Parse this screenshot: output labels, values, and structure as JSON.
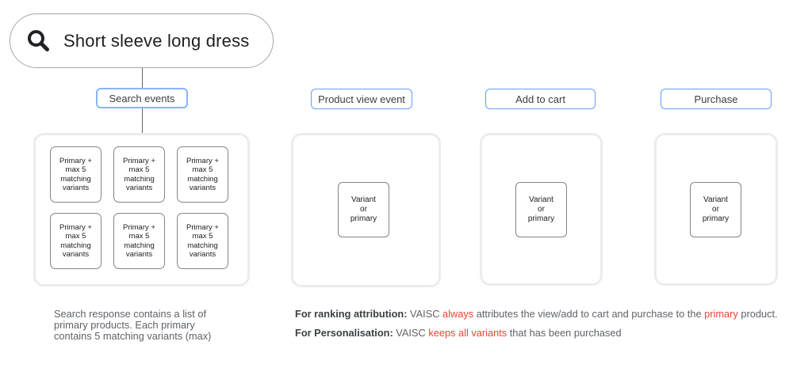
{
  "colors": {
    "chip_border_search": "#8ab4f8",
    "chip_border_other": "#669df6",
    "panel_border": "#ececee",
    "inner_box_border": "#80868b",
    "text_dark": "#202124",
    "text_gray": "#5f6368",
    "text_bold": "#3c4043",
    "text_red": "#ea4335",
    "connector": "#5f6368",
    "pill_border": "#a3a7ab"
  },
  "search": {
    "query": "Short sleeve long dress",
    "icon": "magnifier-icon"
  },
  "columns": [
    {
      "label": "Search events",
      "boxes": [
        "Primary +\nmax 5\nmatching\nvariants",
        "Primary +\nmax 5\nmatching\nvariants",
        "Primary +\nmax 5\nmatching\nvariants",
        "Primary +\nmax 5\nmatching\nvariants",
        "Primary +\nmax 5\nmatching\nvariants",
        "Primary +\nmax 5\nmatching\nvariants"
      ]
    },
    {
      "label": "Product view event",
      "boxes": [
        "Variant\nor\nprimary"
      ]
    },
    {
      "label": "Add to cart",
      "boxes": [
        "Variant\nor\nprimary"
      ]
    },
    {
      "label": "Purchase",
      "boxes": [
        "Variant\nor\nprimary"
      ]
    }
  ],
  "notes": {
    "left": "Search response contains a list of\nprimary products. Each primary\ncontains 5 matching variants (max)",
    "ranking": {
      "label": "For ranking attribution:",
      "pre": " VAISC ",
      "red1": "always",
      "mid": " attributes the view/add to cart and purchase to the ",
      "red2": "primary",
      "end": " product."
    },
    "personalisation": {
      "label": "For Personalisation:",
      "pre": " VAISC ",
      "red1": "keeps all variants",
      "end": " that has been purchased"
    }
  }
}
